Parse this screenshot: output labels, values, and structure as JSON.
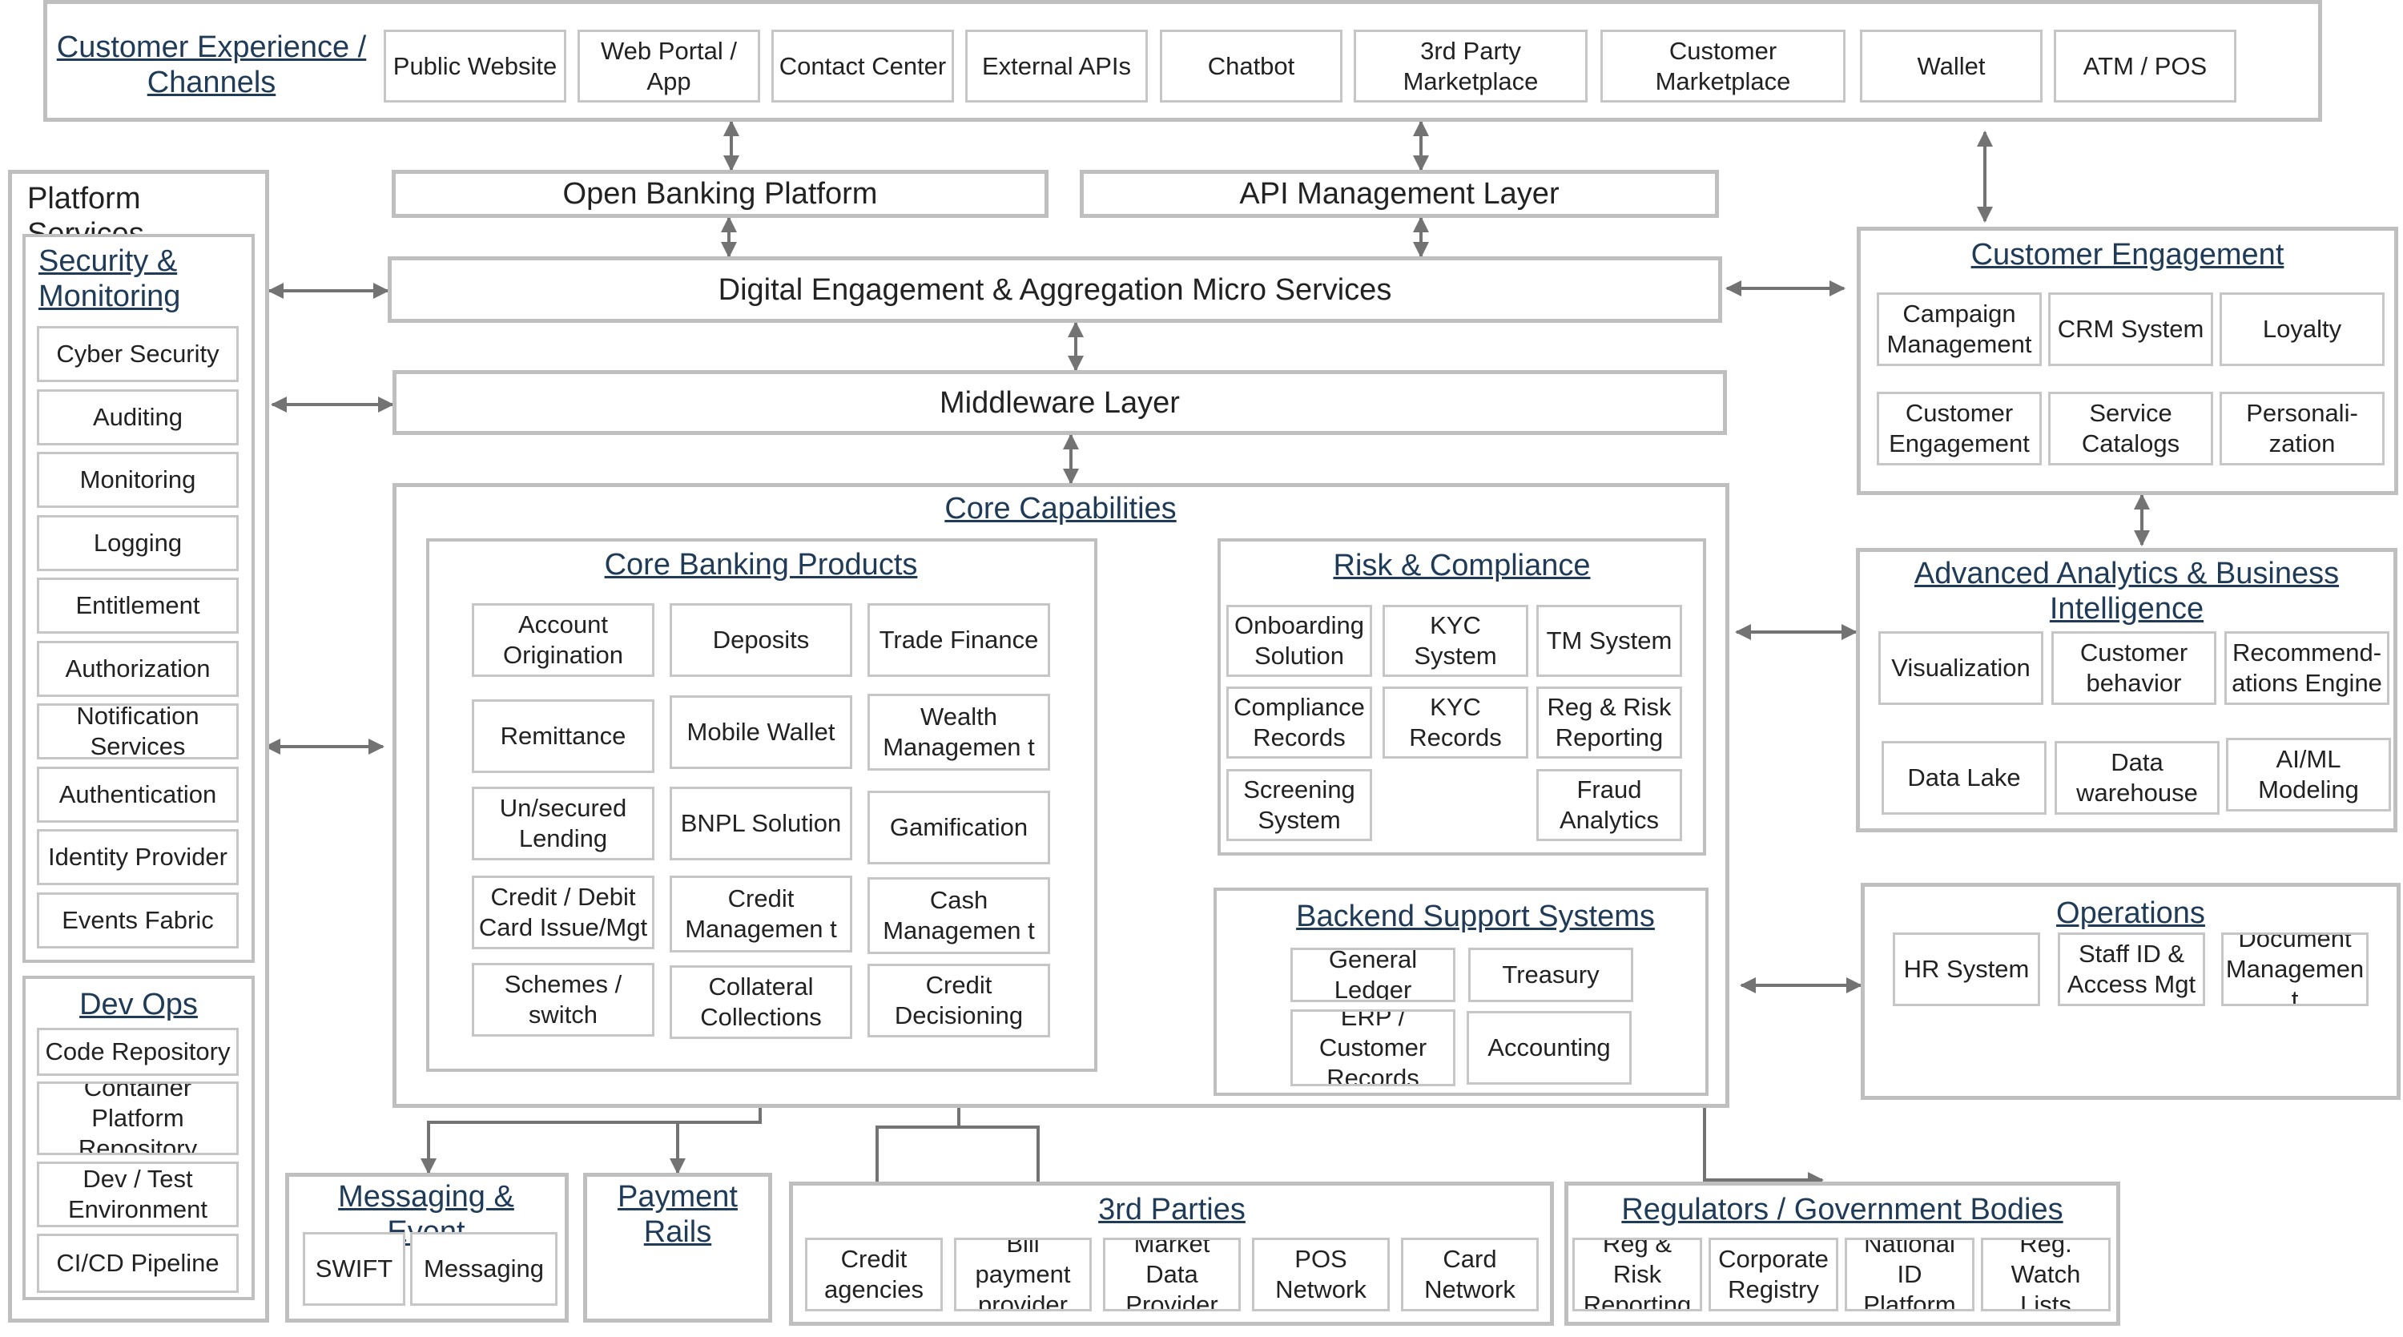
{
  "channels": {
    "title": "Customer Experience / Channels",
    "items": [
      "Public Website",
      "Web Portal / App",
      "Contact Center",
      "External APIs",
      "Chatbot",
      "3rd Party Marketplace",
      "Customer Marketplace",
      "Wallet",
      "ATM / POS"
    ]
  },
  "layers": {
    "open_banking": "Open Banking Platform",
    "api_mgmt": "API Management Layer",
    "digital_engagement": "Digital Engagement & Aggregation Micro Services",
    "middleware": "Middleware Layer"
  },
  "platform_services": {
    "title": "Platform Services",
    "security": {
      "title": "Security & Monitoring",
      "items": [
        "Cyber Security",
        "Auditing",
        "Monitoring",
        "Logging",
        "Entitlement",
        "Authorization",
        "Notification Services",
        "Authentication",
        "Identity Provider",
        "Events Fabric"
      ]
    },
    "devops": {
      "title": "Dev Ops",
      "items": [
        "Code Repository",
        "Container Platform Repository",
        "Dev / Test Environment",
        "CI/CD Pipeline"
      ]
    }
  },
  "core": {
    "title": "Core Capabilities",
    "banking": {
      "title": "Core Banking Products",
      "items": [
        "Account Origination",
        "Deposits",
        "Trade Finance",
        "Remittance",
        "Mobile Wallet",
        "Wealth Managemen t",
        "Un/secured Lending",
        "BNPL Solution",
        "Gamification",
        "Credit / Debit Card Issue/Mgt",
        "Credit Managemen t",
        "Cash Managemen t",
        "Schemes / switch",
        "Collateral Collections",
        "Credit Decisioning"
      ]
    },
    "risk": {
      "title": "Risk & Compliance",
      "items": [
        "Onboarding Solution",
        "KYC System",
        "TM System",
        "Compliance Records",
        "KYC Records",
        "Reg & Risk Reporting",
        "Screening System",
        "Fraud Analytics"
      ]
    },
    "backend": {
      "title": "Backend Support Systems",
      "items": [
        "General Ledger",
        "Treasury",
        "ERP / Customer Records",
        "Accounting"
      ]
    }
  },
  "engagement": {
    "title": "Customer Engagement",
    "items": [
      "Campaign Management",
      "CRM System",
      "Loyalty",
      "Customer Engagement",
      "Service Catalogs",
      "Personali- zation"
    ]
  },
  "analytics": {
    "title": "Advanced Analytics & Business Intelligence",
    "items": [
      "Visualization",
      "Customer behavior",
      "Recommend- ations Engine",
      "Data Lake",
      "Data warehouse",
      "AI/ML Modeling"
    ]
  },
  "operations": {
    "title": "Operations",
    "items": [
      "HR System",
      "Staff ID & Access Mgt",
      "Document Managemen t"
    ]
  },
  "messaging": {
    "title": "Messaging & Event",
    "items": [
      "SWIFT",
      "Messaging"
    ]
  },
  "payment_rails": {
    "title": "Payment Rails"
  },
  "third_parties": {
    "title": "3rd Parties",
    "items": [
      "Credit agencies",
      "Bill payment provider",
      "Market Data Provider",
      "POS Network",
      "Card Network"
    ]
  },
  "regulators": {
    "title": "Regulators / Government Bodies",
    "items": [
      "Reg & Risk Reporting",
      "Corporate Registry",
      "National ID Platform",
      "Reg. Watch Lists"
    ]
  },
  "colors": {
    "border": "#bfbfbf",
    "title_text": "#1f3b57",
    "connector": "#737373"
  }
}
